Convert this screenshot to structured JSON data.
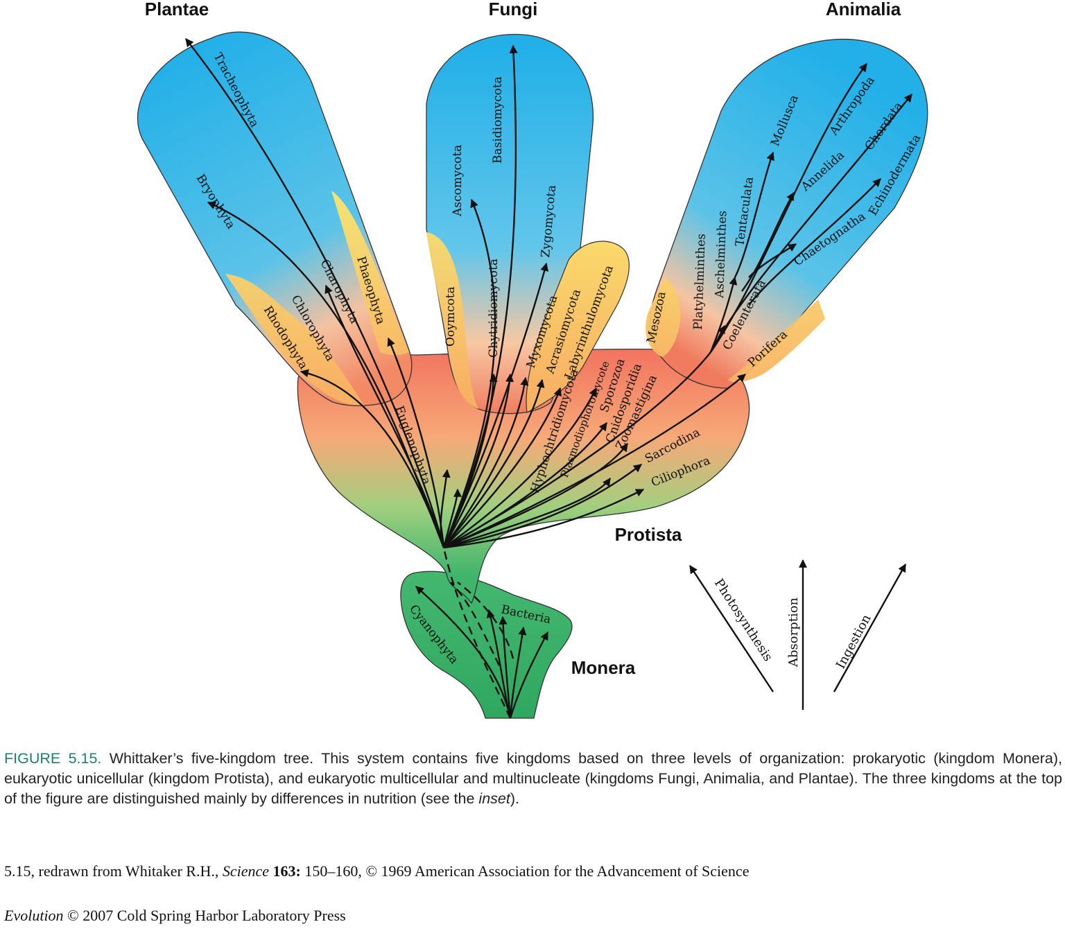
{
  "kingdoms": {
    "plantae": "Plantae",
    "fungi": "Fungi",
    "animalia": "Animalia",
    "protista": "Protista",
    "monera": "Monera"
  },
  "phyla": {
    "tracheophyta": "Tracheophyta",
    "bryophyta": "Bryophyta",
    "charophyta": "Charophyta",
    "chlorophyta": "Chlorophyta",
    "rhodophyta": "Rhodophyta",
    "phaeophyta": "Phaeophyta",
    "euglenophyta": "Euglenophyta",
    "ascomycota": "Ascomycota",
    "basidiomycota": "Basidiomycota",
    "zygomycota": "Zygomycota",
    "chytridiomycota": "Chytridiomycota",
    "ooymcota": "Ooymcota",
    "myxomycota": "Myxomycota",
    "acrasiomycota": "Acrasiomycota",
    "labyrinthulomycota": "Labyrinthulomycota",
    "mollusca": "Mollusca",
    "arthropoda": "Arthropoda",
    "chordata": "Chordata",
    "annelida": "Annelida",
    "echinodermata": "Echinodermata",
    "tentaculata": "Tentaculata",
    "aschelminthes": "Aschelminthes",
    "platyhelminthes": "Platyhelminthes",
    "chaetognatha": "Chaetognatha",
    "mesozoa": "Mesozoa",
    "coelenterata": "Coelenterata",
    "porifera": "Porifera",
    "hyphochytridiomycota": "Hyphochtridiomycota",
    "plasmodiophoromycota": "Plasmodiophoromycote",
    "sporozoa": "Sporozoa",
    "cnidosporidia": "Cnidosporidia",
    "zoomastigina": "Zoomastigina",
    "sarcodina": "Sarcodina",
    "ciliophora": "Ciliophora",
    "bacteria": "Bacteria",
    "cyanophyta": "Cyanophyta"
  },
  "inset": {
    "photosynthesis": "Photosynthesis",
    "absorption": "Absorption",
    "ingestion": "Ingestion"
  },
  "caption": {
    "figure_number": "FIGURE 5.15.",
    "text_part1": "Whittaker’s five-kingdom tree. This system contains five kingdoms based on three levels of organization: prokaryotic (kingdom Monera), eukaryotic unicellular (kingdom Protista), and eukaryotic multicellular and multinucleate (kingdoms Fungi, Animalia, and Plantae). The three kingdoms at the top of the figure are distinguished mainly by differences in nutrition (see the",
    "inset_word": "inset",
    "text_part2": ")."
  },
  "credit": {
    "prefix": "5.15, redrawn from Whitaker R.H.,",
    "journal": "Science",
    "volume": "163:",
    "suffix": "150–160, © 1969 American Association for the Advancement of Science"
  },
  "copyright": {
    "book": "Evolution",
    "text": "© 2007 Cold Spring Harbor Laboratory Press"
  },
  "colors": {
    "blue": "#2ab3e6",
    "yellow": "#fbe36b",
    "red": "#f0735c",
    "green": "#3bb56a",
    "caption_accent": "#1f7f6d"
  }
}
